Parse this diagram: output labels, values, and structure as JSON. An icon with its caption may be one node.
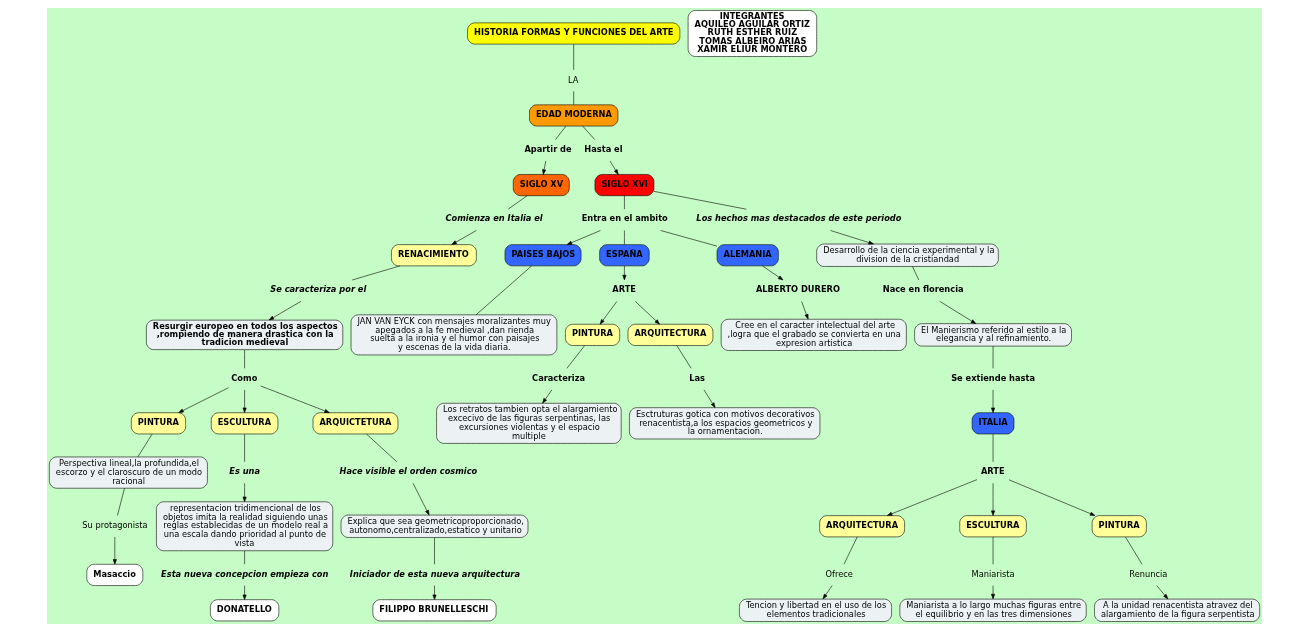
{
  "diagram": {
    "nodes": [
      {
        "text": [
          "HISTORIA FORMAS Y FUNCIONES DEL ARTE"
        ]
      },
      {
        "text": [
          "LA"
        ]
      },
      {
        "text": [
          "EDAD MODERNA"
        ]
      },
      {
        "text": [
          "Apartir de"
        ]
      },
      {
        "text": [
          "Hasta el"
        ]
      },
      {
        "text": [
          "SIGLO XV"
        ]
      },
      {
        "text": [
          "SIGLO XVI"
        ]
      },
      {
        "text": [
          "Entra en el ambito"
        ]
      },
      {
        "text": [
          "PAISES BAJOS"
        ]
      },
      {
        "text": [
          "INTEGRANTES",
          "AQUILEO AGUILAR ORTIZ",
          "RUTH ESTHER RUIZ",
          "TOMAS ALBEIRO ARIAS",
          "XAMIR ELIUR MONTERO"
        ]
      },
      {
        "text": [
          "Comienza en Italia el"
        ]
      },
      {
        "text": [
          "Los hechos mas destacados de este periodo"
        ]
      },
      {
        "text": [
          "ESPAÑA"
        ]
      },
      {
        "text": [
          "ALEMANIA"
        ]
      },
      {
        "text": [
          "JAN VAN EYCK con mensajes moralizantes muy apegados a la fe medieval ,dan rienda suelta a la ironia y el humor con paisajes y escenas de la vida diaria."
        ]
      },
      {
        "text": [
          "RENACIMIENTO"
        ]
      },
      {
        "text": [
          "Desarrollo de la ciencia experimental y la division de la cristiandad"
        ]
      },
      {
        "text": [
          "ARTE"
        ]
      },
      {
        "text": [
          "ALBERTO DURERO"
        ]
      },
      {
        "text": [
          "Se caracteriza por el"
        ]
      },
      {
        "text": [
          "Resurgir europeo en todos los aspectos ,rompiendo de manera drastica con la tradicion medieval"
        ]
      },
      {
        "text": [
          "Masaccio"
        ]
      },
      {
        "text": [
          "Nace en florencia"
        ]
      },
      {
        "text": [
          "Cree en el caracter intelectual del arte ,logra que el grabado se convierta en una expresion artistica"
        ]
      },
      {
        "text": [
          "PINTURA"
        ]
      },
      {
        "text": [
          "El Manierismo referido al estilo a la elegancia y al refinamiento."
        ]
      },
      {
        "text": [
          "ARQUITECTURA"
        ]
      },
      {
        "text": [
          "Su protagonista"
        ]
      },
      {
        "text": [
          "Como"
        ]
      },
      {
        "text": [
          "PINTURA"
        ]
      },
      {
        "text": [
          "Perspectiva lineal,la profundida,el escorzo y el claroscuro de un modo racional"
        ]
      },
      {
        "text": [
          "ESCULTURA"
        ]
      },
      {
        "text": [
          "ARQUICTETURA"
        ]
      },
      {
        "text": [
          "Caracteriza"
        ]
      },
      {
        "text": [
          "Es una"
        ]
      },
      {
        "text": [
          "Las"
        ]
      },
      {
        "text": [
          "Se extiende hasta"
        ]
      },
      {
        "text": [
          "Esctruturas gotica con motivos decorativos renacentista,a los espacios geometricos y la ornamentacion."
        ]
      },
      {
        "text": [
          "representacion tridimencional de los objetos imita la realidad siguiendo unas reglas establecidas de un modelo real a una escala dando prioridad al punto de vista"
        ]
      },
      {
        "text": [
          "ITALIA"
        ]
      },
      {
        "text": [
          "Hace visible el orden cosmico"
        ]
      },
      {
        "text": [
          "Los retratos tambien opta el alargamiento excecivo de las figuras serpentinas, las excursiones violentas y el espacio multiple"
        ]
      },
      {
        "text": [
          "ARTE"
        ]
      },
      {
        "text": [
          "Explica que sea geometricoproporcionado, autonomo,centralizado,estatico y unitario"
        ]
      },
      {
        "text": [
          "Esta nueva concepcion empieza con"
        ]
      },
      {
        "text": [
          "ARQUITECTURA"
        ]
      },
      {
        "text": [
          "ESCULTURA"
        ]
      },
      {
        "text": [
          "PINTURA"
        ]
      },
      {
        "text": [
          "Ofrece"
        ]
      },
      {
        "text": [
          "Maniarista"
        ]
      },
      {
        "text": [
          "Renuncia"
        ]
      },
      {
        "text": [
          "Iniciador de esta nueva arquitectura"
        ]
      },
      {
        "text": [
          "DONATELLO"
        ]
      },
      {
        "text": [
          "Tencion y libertad en el uso de los elementos tradicionales"
        ]
      },
      {
        "text": [
          "Maniarista a lo largo muchas figuras entre el equilibrio y en las tres dimensiones"
        ]
      },
      {
        "text": [
          "A la unidad renacentista atravez del alargamiento de la figura serpentista"
        ]
      },
      {
        "text": [
          "FILIPPO BRUNELLESCHI"
        ]
      }
    ],
    "edges": [
      {
        "from": 0,
        "to": 1,
        "arrow": "none"
      },
      {
        "from": 1,
        "to": 2,
        "arrow": "none"
      },
      {
        "from": 2,
        "to": 3,
        "arrow": "none"
      },
      {
        "from": 3,
        "to": 5,
        "arrow": "to"
      },
      {
        "from": 2,
        "to": 4,
        "arrow": "none"
      },
      {
        "from": 4,
        "to": 6,
        "arrow": "to"
      },
      {
        "from": 6,
        "to": 7,
        "arrow": "none"
      },
      {
        "from": 7,
        "to": 8,
        "arrow": "to"
      },
      {
        "from": 7,
        "to": 12,
        "arrow": "none"
      },
      {
        "from": 7,
        "to": 13,
        "arrow": "none"
      },
      {
        "from": 8,
        "to": 14,
        "arrow": "none"
      },
      {
        "from": 5,
        "to": 10,
        "arrow": "none"
      },
      {
        "from": 10,
        "to": 15,
        "arrow": "to"
      },
      {
        "from": 6,
        "to": 11,
        "arrow": "none"
      },
      {
        "from": 11,
        "to": 16,
        "arrow": "to"
      },
      {
        "from": 12,
        "to": 17,
        "arrow": "to"
      },
      {
        "from": 17,
        "to": 26,
        "arrow": "to"
      },
      {
        "from": 17,
        "to": 24,
        "arrow": "to"
      },
      {
        "from": 13,
        "to": 18,
        "arrow": "to"
      },
      {
        "from": 18,
        "to": 23,
        "arrow": "to"
      },
      {
        "from": 15,
        "to": 19,
        "arrow": "none"
      },
      {
        "from": 19,
        "to": 20,
        "arrow": "to"
      },
      {
        "from": 16,
        "to": 22,
        "arrow": "none"
      },
      {
        "from": 22,
        "to": 25,
        "arrow": "to"
      },
      {
        "from": 25,
        "to": 36,
        "arrow": "none"
      },
      {
        "from": 36,
        "to": 39,
        "arrow": "to"
      },
      {
        "from": 24,
        "to": 33,
        "arrow": "none"
      },
      {
        "from": 33,
        "to": 41,
        "arrow": "to"
      },
      {
        "from": 26,
        "to": 35,
        "arrow": "none"
      },
      {
        "from": 35,
        "to": 37,
        "arrow": "to"
      },
      {
        "from": 20,
        "to": 28,
        "arrow": "none"
      },
      {
        "from": 28,
        "to": 29,
        "arrow": "to"
      },
      {
        "from": 28,
        "to": 31,
        "arrow": "to"
      },
      {
        "from": 28,
        "to": 32,
        "arrow": "to"
      },
      {
        "from": 29,
        "to": 30,
        "arrow": "none"
      },
      {
        "from": 30,
        "to": 27,
        "arrow": "none"
      },
      {
        "from": 27,
        "to": 21,
        "arrow": "to"
      },
      {
        "from": 31,
        "to": 34,
        "arrow": "none"
      },
      {
        "from": 34,
        "to": 38,
        "arrow": "to"
      },
      {
        "from": 38,
        "to": 44,
        "arrow": "none"
      },
      {
        "from": 44,
        "to": 52,
        "arrow": "to"
      },
      {
        "from": 32,
        "to": 40,
        "arrow": "none"
      },
      {
        "from": 40,
        "to": 43,
        "arrow": "to"
      },
      {
        "from": 43,
        "to": 51,
        "arrow": "none"
      },
      {
        "from": 51,
        "to": 56,
        "arrow": "to"
      },
      {
        "from": 39,
        "to": 42,
        "arrow": "none"
      },
      {
        "from": 42,
        "to": 45,
        "arrow": "to"
      },
      {
        "from": 42,
        "to": 46,
        "arrow": "to"
      },
      {
        "from": 42,
        "to": 47,
        "arrow": "to"
      },
      {
        "from": 45,
        "to": 48,
        "arrow": "none"
      },
      {
        "from": 48,
        "to": 53,
        "arrow": "to"
      },
      {
        "from": 46,
        "to": 49,
        "arrow": "none"
      },
      {
        "from": 49,
        "to": 54,
        "arrow": "to"
      },
      {
        "from": 47,
        "to": 50,
        "arrow": "none"
      },
      {
        "from": 50,
        "to": 55,
        "arrow": "to"
      }
    ]
  }
}
